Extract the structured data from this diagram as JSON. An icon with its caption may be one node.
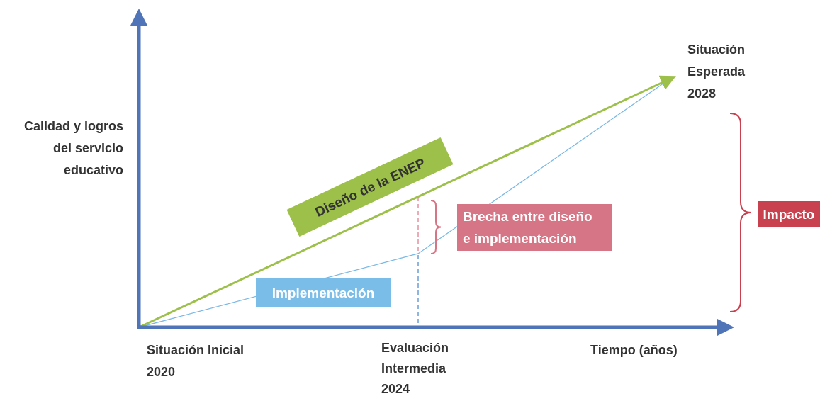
{
  "diagram": {
    "nodes": [
      {
        "text": [
          "Diseño de la ENEP"
        ]
      },
      {
        "text": [
          "Implementación"
        ]
      },
      {
        "text": [
          "Brecha entre diseño e implementación"
        ]
      },
      {
        "text": [
          "Impacto"
        ]
      }
    ],
    "labels": [
      "Situación Esperada 2028",
      "Calidad y logros del servicio educativo",
      "Situación Inicial 2020",
      "Evaluación Intermedia 2024",
      "Tiempo (años)"
    ]
  }
}
